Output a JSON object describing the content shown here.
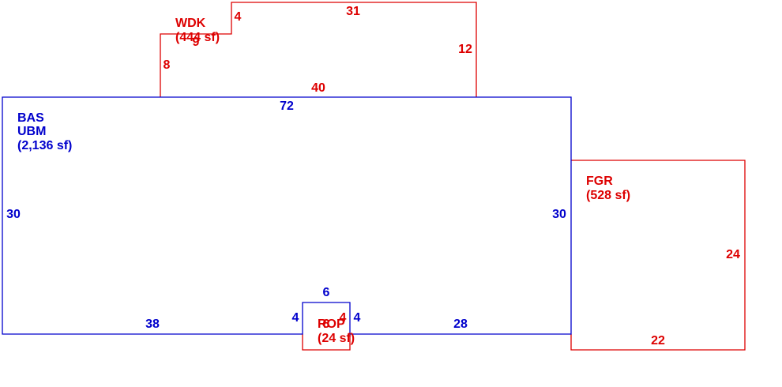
{
  "colors": {
    "main": "#0000cc",
    "addition": "#dd0000"
  },
  "areas": {
    "bas": {
      "code": "BAS",
      "subcode": "UBM",
      "area": "(2,136 sf)",
      "dims": {
        "top": "72",
        "left": "30",
        "right": "30",
        "bottom_left": "38",
        "bottom_right": "28"
      }
    },
    "porch_notch": {
      "dims": {
        "top": "6",
        "left": "4",
        "right": "4"
      }
    },
    "wdk": {
      "code": "WDK",
      "area": "(444 sf)",
      "dims": {
        "top": "31",
        "step": "4",
        "step_top": "9",
        "right": "12",
        "left": "8",
        "bottom": "40"
      }
    },
    "fgr": {
      "code": "FGR",
      "area": "(528 sf)",
      "dims": {
        "right": "24",
        "bottom": "22"
      }
    },
    "rop": {
      "code": "ROP",
      "area": "(24 sf)",
      "dims": {
        "width": "6",
        "depth": "4"
      }
    }
  }
}
